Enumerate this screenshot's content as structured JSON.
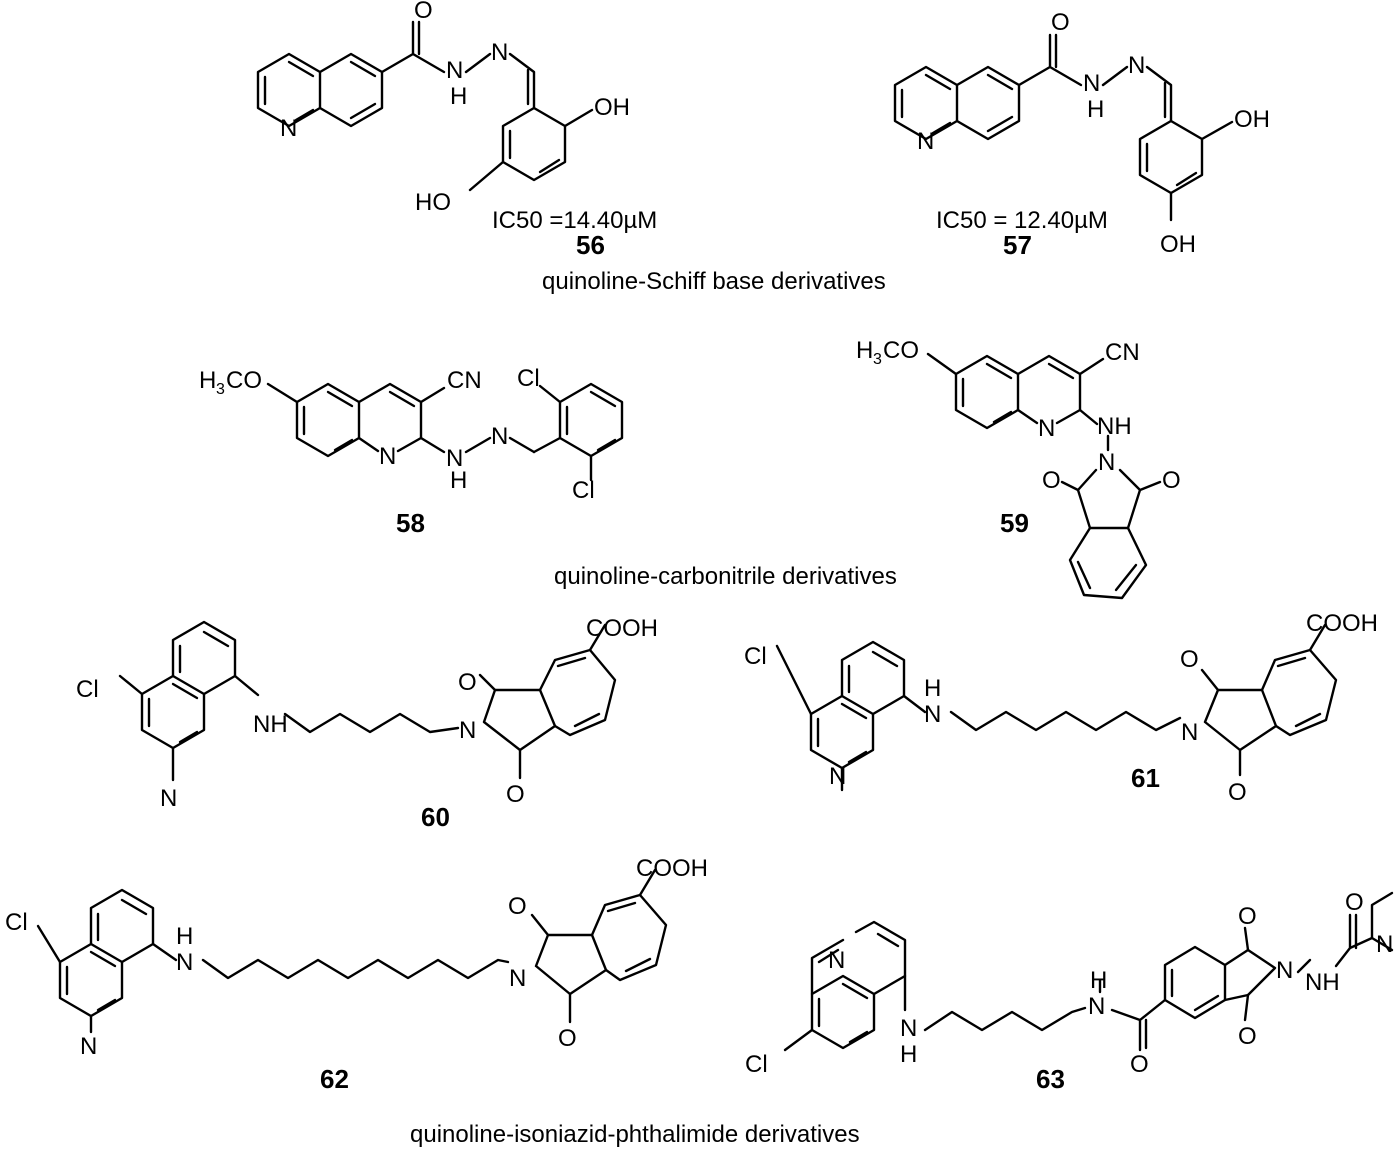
{
  "captions": {
    "schiff": "quinoline-Schiff base derivatives",
    "carbonitrile": "quinoline-carbonitrile derivatives",
    "phthalimide": "quinoline-isoniazid-phthalimide  derivatives"
  },
  "compounds": {
    "c56": {
      "id": "56",
      "ic50": "IC50 =14.40µM"
    },
    "c57": {
      "id": "57",
      "ic50": "IC50 = 12.40µM"
    },
    "c58": {
      "id": "58"
    },
    "c59": {
      "id": "59"
    },
    "c60": {
      "id": "60"
    },
    "c61": {
      "id": "61"
    },
    "c62": {
      "id": "62"
    },
    "c63": {
      "id": "63"
    }
  },
  "atoms": {
    "O": "O",
    "N": "N",
    "H": "H",
    "NH": "NH",
    "OH": "OH",
    "HO": "HO",
    "Cl": "Cl",
    "CN": "CN",
    "COOH": "COOH",
    "OCH3_a": "H",
    "OCH3_b": "3",
    "OCH3_c": "CO",
    "N_NH": "N",
    "NH2": "NH"
  }
}
